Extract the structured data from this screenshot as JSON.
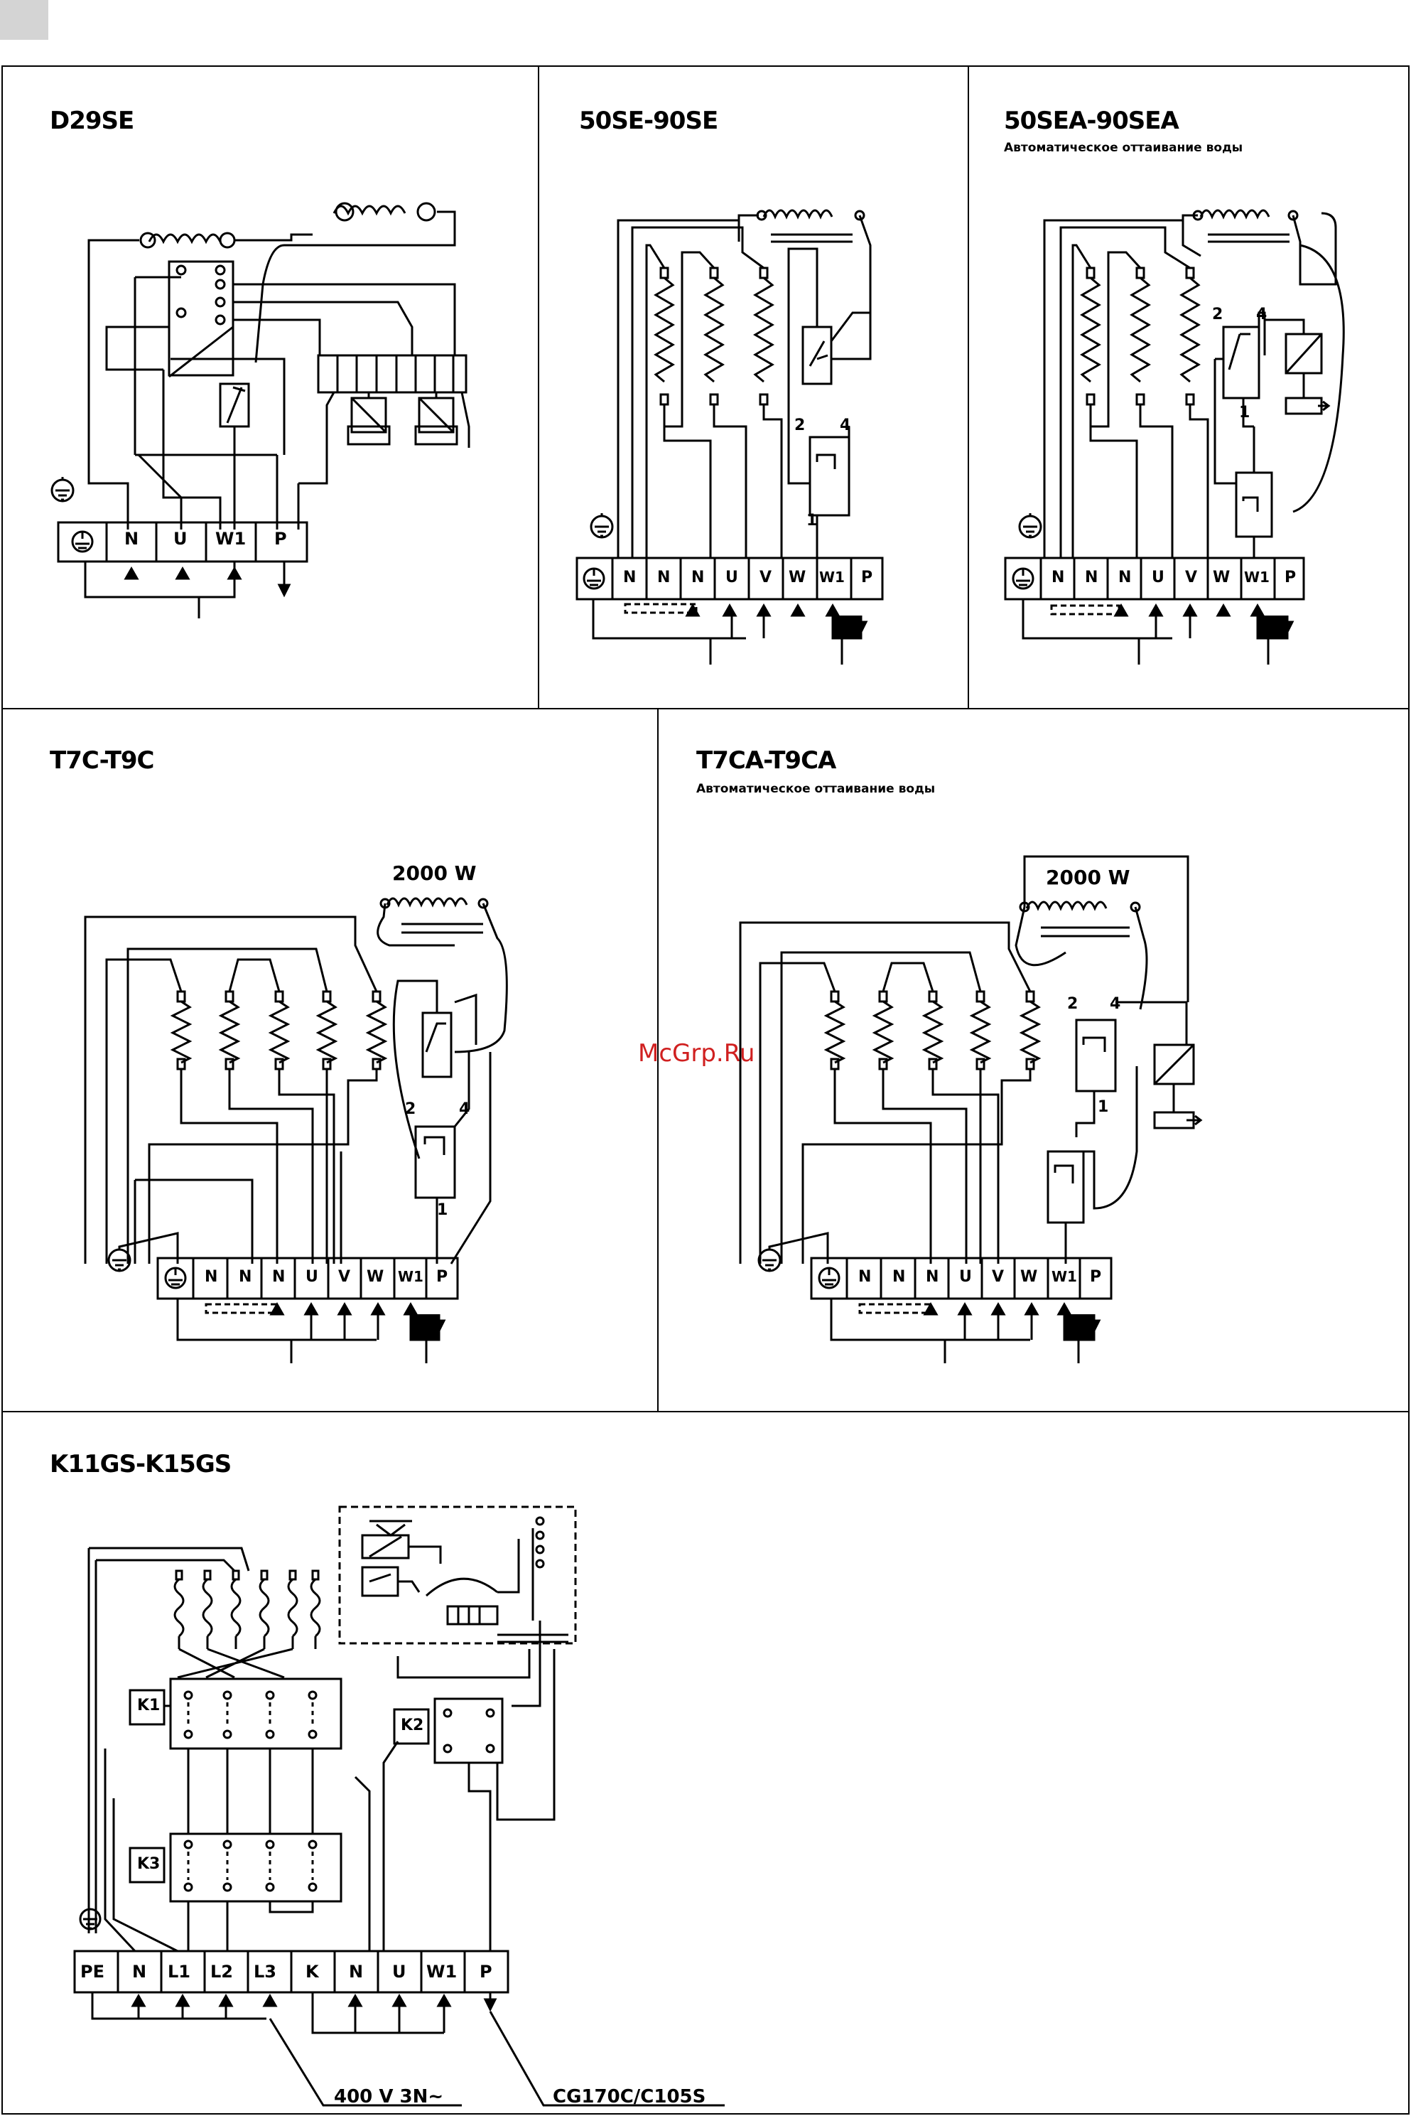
{
  "colors": {
    "ink": "#000000",
    "watermark": "#d02020",
    "tab": "#d4d4d4"
  },
  "watermark": "McGrp.Ru",
  "panels": {
    "d29se": {
      "title": "D29SE",
      "terminals": [
        "",
        "N",
        "U",
        "W1",
        "P"
      ]
    },
    "s50_90se": {
      "title": "50SE-90SE",
      "terminals": [
        "",
        "N",
        "N",
        "N",
        "U",
        "V",
        "W",
        "W1",
        "P"
      ],
      "contacts": [
        "2",
        "4",
        "1"
      ]
    },
    "s50_90sea": {
      "title": "50SEA-90SEA",
      "subtitle": "Автоматическое оттаивание воды",
      "terminals": [
        "",
        "N",
        "N",
        "N",
        "U",
        "V",
        "W",
        "W1",
        "P"
      ],
      "contacts": [
        "2",
        "4",
        "1"
      ]
    },
    "t7c_t9c": {
      "title": "T7C-T9C",
      "power": "2000 W",
      "terminals": [
        "",
        "N",
        "N",
        "N",
        "U",
        "V",
        "W",
        "W1",
        "P"
      ],
      "contacts": [
        "2",
        "4",
        "1"
      ]
    },
    "t7ca_t9ca": {
      "title": "T7CA-T9CA",
      "subtitle": "Автоматическое оттаивание воды",
      "power": "2000 W",
      "terminals": [
        "",
        "N",
        "N",
        "N",
        "U",
        "V",
        "W",
        "W1",
        "P"
      ],
      "contacts": [
        "2",
        "4",
        "1"
      ]
    },
    "k11gs_k15gs": {
      "title": "K11GS-K15GS",
      "terminals": [
        "PE",
        "N",
        "L1",
        "L2",
        "L3",
        "K",
        "N",
        "U",
        "W1",
        "P"
      ],
      "contactor_labels": [
        "K1",
        "K2",
        "K3"
      ],
      "supply_label": "400 V 3N~",
      "control_label": "CG170C/C105S"
    }
  }
}
